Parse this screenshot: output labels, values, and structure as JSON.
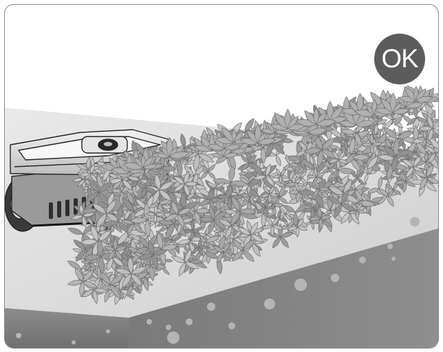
{
  "status_badge": {
    "label": "OK",
    "color": "#5c5c5c",
    "text_color": "#ffffff"
  },
  "illustration": {
    "subject": "robotic-lawn-mower",
    "terrain": "uncut-grass-on-soil-slab",
    "icon_names": [
      "mower-icon",
      "grass-icon",
      "ok-badge-icon"
    ]
  }
}
